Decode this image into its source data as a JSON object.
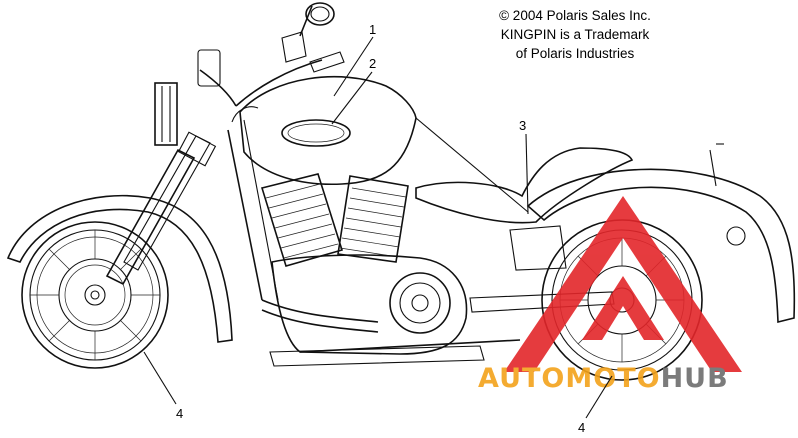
{
  "copyright": {
    "line1": "© 2004 Polaris Sales Inc.",
    "line2": "KINGPIN is a Trademark",
    "line3": "of Polaris Industries"
  },
  "callouts": [
    {
      "id": "callout-1",
      "label": "1"
    },
    {
      "id": "callout-2",
      "label": "2"
    },
    {
      "id": "callout-3",
      "label": "3"
    },
    {
      "id": "callout-4-front",
      "label": "4"
    },
    {
      "id": "callout-4-rear",
      "label": "4"
    }
  ],
  "watermark": {
    "part1": "AUTO",
    "part2": "MOTO",
    "part3": "HUB",
    "color_red": "#e3262a",
    "color_orange": "#f3a21b",
    "color_gray": "#6d6d6d"
  }
}
